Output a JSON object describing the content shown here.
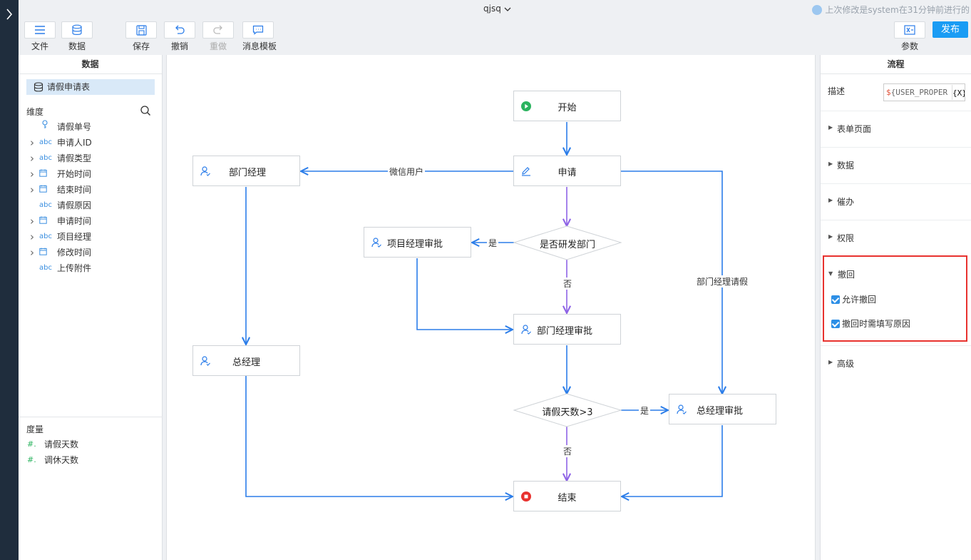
{
  "window": {
    "title": "qjsq",
    "last_modified": "上次修改是system在31分钟前进行的"
  },
  "toolbar": {
    "file": "文件",
    "data": "数据",
    "save": "保存",
    "undo": "撤销",
    "redo": "重做",
    "message_template": "消息模板",
    "params": "参数",
    "publish": "发布"
  },
  "data_panel": {
    "title": "数据",
    "table_name": "请假申请表",
    "dimensions_title": "维度",
    "dimensions": [
      {
        "type": "key",
        "name": "请假单号",
        "expandable": false
      },
      {
        "type": "abc",
        "name": "申请人ID",
        "expandable": true
      },
      {
        "type": "abc",
        "name": "请假类型",
        "expandable": true
      },
      {
        "type": "date",
        "name": "开始时间",
        "expandable": true
      },
      {
        "type": "date",
        "name": "结束时间",
        "expandable": true
      },
      {
        "type": "abc",
        "name": "请假原因",
        "expandable": false
      },
      {
        "type": "date",
        "name": "申请时间",
        "expandable": true
      },
      {
        "type": "abc",
        "name": "项目经理",
        "expandable": true
      },
      {
        "type": "date",
        "name": "修改时间",
        "expandable": true
      },
      {
        "type": "abc",
        "name": "上传附件",
        "expandable": false
      }
    ],
    "measures_title": "度量",
    "measures": [
      {
        "name": "请假天数"
      },
      {
        "name": "调休天数"
      }
    ]
  },
  "flow": {
    "start": "开始",
    "apply": "申请",
    "dept_manager": "部门经理",
    "project_approval": "项目经理审批",
    "is_rd_dept": "是否研发部门",
    "dept_approval": "部门经理审批",
    "general_manager": "总经理",
    "days_gt_3": "请假天数>3",
    "gm_approval": "总经理审批",
    "end": "结束",
    "edge_wechat_user": "微信用户",
    "edge_yes_1": "是",
    "edge_no_1": "否",
    "edge_dept_leave": "部门经理请假",
    "edge_yes_2": "是",
    "edge_no_2": "否"
  },
  "flow_panel": {
    "title": "流程",
    "desc_label": "描述",
    "desc_value": "${USER_PROPER",
    "fx_label": "{X}",
    "sections": [
      "表单页面",
      "数据",
      "催办",
      "权限"
    ],
    "revoke_title": "撤回",
    "allow_revoke": "允许撤回",
    "revoke_reason": "撤回时需填写原因",
    "advanced": "高级"
  },
  "colors": {
    "accent": "#1a9cf4",
    "flow_blue": "#2b7de9",
    "flow_purple": "#8e63e6",
    "highlight_red": "#e8322f"
  }
}
